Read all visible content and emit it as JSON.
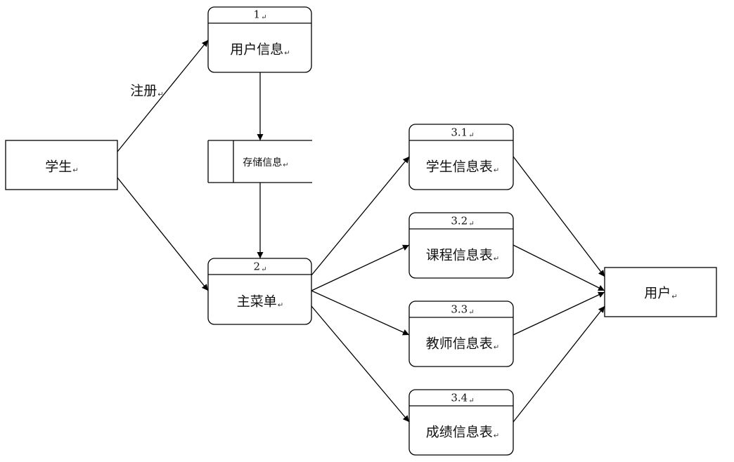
{
  "return_mark": "↵",
  "entities": {
    "student": "学生",
    "user": "用户"
  },
  "processes": [
    {
      "id": "1",
      "label": "用户信息"
    },
    {
      "id": "2",
      "label": "主菜单"
    },
    {
      "id": "3.1",
      "label": "学生信息表"
    },
    {
      "id": "3.2",
      "label": "课程信息表"
    },
    {
      "id": "3.3",
      "label": "教师信息表"
    },
    {
      "id": "3.4",
      "label": "成绩信息表"
    }
  ],
  "data_store": {
    "label": "存储信息"
  },
  "flows": {
    "register": "注册"
  }
}
